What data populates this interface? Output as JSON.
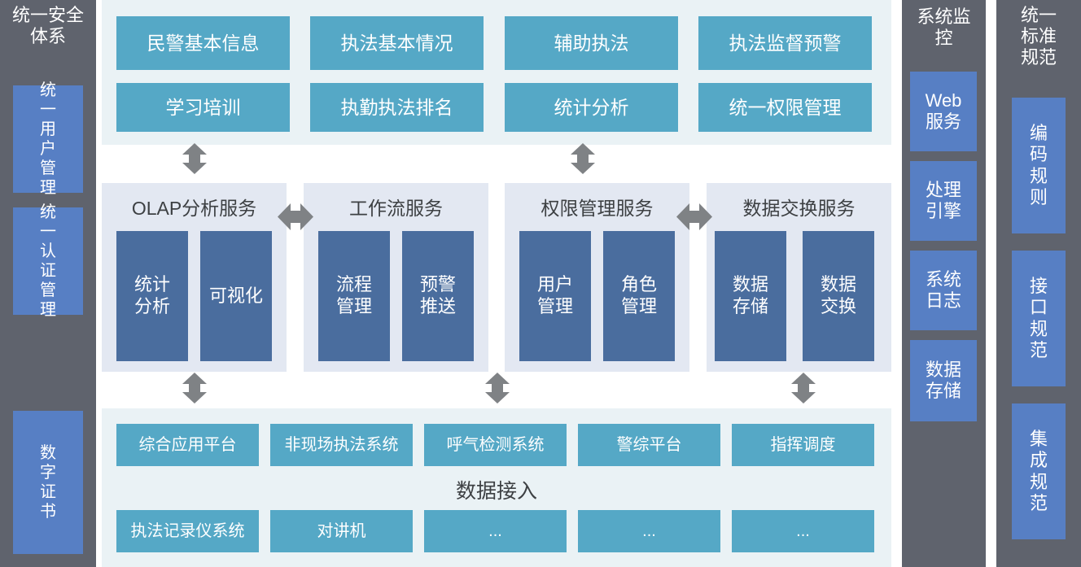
{
  "colors": {
    "sidebar_bg": "#5f636d",
    "sidebar_box": "#577fc4",
    "teal": "#55a8c6",
    "navy": "#4a6d9e",
    "light_panel": "#eaf2f5",
    "service_panel": "#e3e8f2",
    "arrow": "#7f8285",
    "title_text": "#3d4043",
    "box_text": "#ffffff"
  },
  "left_sidebar": {
    "title": "统一安全体系",
    "items": [
      {
        "label": "统一用户管理"
      },
      {
        "label": "统一认证管理"
      },
      {
        "label": "数字证书"
      }
    ]
  },
  "right_sidebar_monitor": {
    "title": "系统监控",
    "items": [
      {
        "label": "Web服务"
      },
      {
        "label": "处理引擎"
      },
      {
        "label": "系统日志"
      },
      {
        "label": "数据存储"
      }
    ]
  },
  "right_sidebar_standard": {
    "title": "统一标准规范",
    "items": [
      {
        "label": "编码规则"
      },
      {
        "label": "接口规范"
      },
      {
        "label": "集成规范"
      }
    ]
  },
  "application_layer": {
    "row1": [
      {
        "label": "民警基本信息"
      },
      {
        "label": "执法基本情况"
      },
      {
        "label": "辅助执法"
      },
      {
        "label": "执法监督预警"
      }
    ],
    "row2": [
      {
        "label": "学习培训"
      },
      {
        "label": "执勤执法排名"
      },
      {
        "label": "统计分析"
      },
      {
        "label": "统一权限管理"
      }
    ]
  },
  "service_layer": {
    "groups": [
      {
        "title": "OLAP分析服务",
        "items": [
          {
            "label": "统计分析"
          },
          {
            "label": "可视化"
          }
        ]
      },
      {
        "title": "工作流服务",
        "items": [
          {
            "label": "流程管理"
          },
          {
            "label": "预警推送"
          }
        ]
      },
      {
        "title": "权限管理服务",
        "items": [
          {
            "label": "用户管理"
          },
          {
            "label": "角色管理"
          }
        ]
      },
      {
        "title": "数据交换服务",
        "items": [
          {
            "label": "数据存储"
          },
          {
            "label": "数据交换"
          }
        ]
      }
    ]
  },
  "data_layer": {
    "label": "数据接入",
    "row1": [
      {
        "label": "综合应用平台"
      },
      {
        "label": "非现场执法系统"
      },
      {
        "label": "呼气检测系统"
      },
      {
        "label": "警综平台"
      },
      {
        "label": "指挥调度"
      }
    ],
    "row2": [
      {
        "label": "执法记录仪系统"
      },
      {
        "label": "对讲机"
      },
      {
        "label": "..."
      },
      {
        "label": "..."
      },
      {
        "label": "..."
      }
    ]
  },
  "arrows": {
    "vertical_bidirectional": "up-down-arrow-icon",
    "horizontal_bidirectional": "left-right-arrow-icon"
  }
}
